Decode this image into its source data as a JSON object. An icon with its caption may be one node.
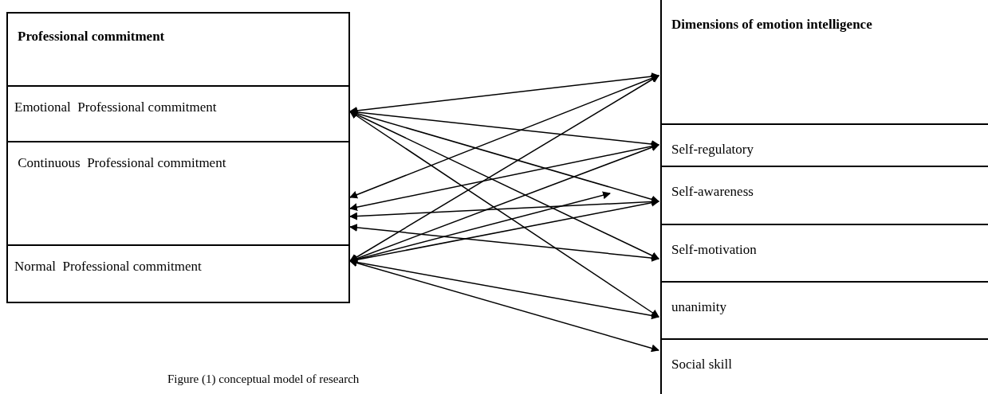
{
  "diagram": {
    "caption": "Figure (1) conceptual model of research",
    "nodes": [
      {
        "text": [
          "Professional commitment"
        ]
      },
      {
        "text": [
          "Emotional  Professional commitment"
        ],
        "in": 0
      },
      {
        "text": [
          " Continuous  Professional commitment"
        ],
        "in": 0
      },
      {
        "text": [
          "Normal  Professional commitment"
        ],
        "in": 0
      },
      {
        "text": [
          "Dimensions of emotion intelligence"
        ]
      },
      {
        "text": [
          "Self-regulatory"
        ],
        "in": 4
      },
      {
        "text": [
          "Self-awareness"
        ],
        "in": 4
      },
      {
        "text": [
          "Self-motivation"
        ],
        "in": 4
      },
      {
        "text": [
          "unanimity"
        ],
        "in": 4
      },
      {
        "text": [
          "Social skill"
        ],
        "in": 4
      }
    ],
    "edges": [
      {
        "from": 1,
        "to": 4,
        "arrow": "both"
      },
      {
        "from": 1,
        "to": 5,
        "arrow": "both"
      },
      {
        "from": 1,
        "to": 6,
        "arrow": "both"
      },
      {
        "from": 1,
        "to": 7,
        "arrow": "both"
      },
      {
        "from": 1,
        "to": 8,
        "arrow": "both"
      },
      {
        "from": 2,
        "to": 4,
        "arrow": "both"
      },
      {
        "from": 2,
        "to": 5,
        "arrow": "both"
      },
      {
        "from": 2,
        "to": 6,
        "arrow": "both"
      },
      {
        "from": 2,
        "to": 7,
        "arrow": "both"
      },
      {
        "from": 3,
        "to": 4,
        "arrow": "both"
      },
      {
        "from": 3,
        "to": 5,
        "arrow": "both"
      },
      {
        "from": 3,
        "to": null,
        "arrow": "both"
      },
      {
        "from": 3,
        "to": 6,
        "arrow": "both"
      },
      {
        "from": 3,
        "to": 8,
        "arrow": "both"
      },
      {
        "from": 3,
        "to": 9,
        "arrow": "both"
      }
    ]
  }
}
